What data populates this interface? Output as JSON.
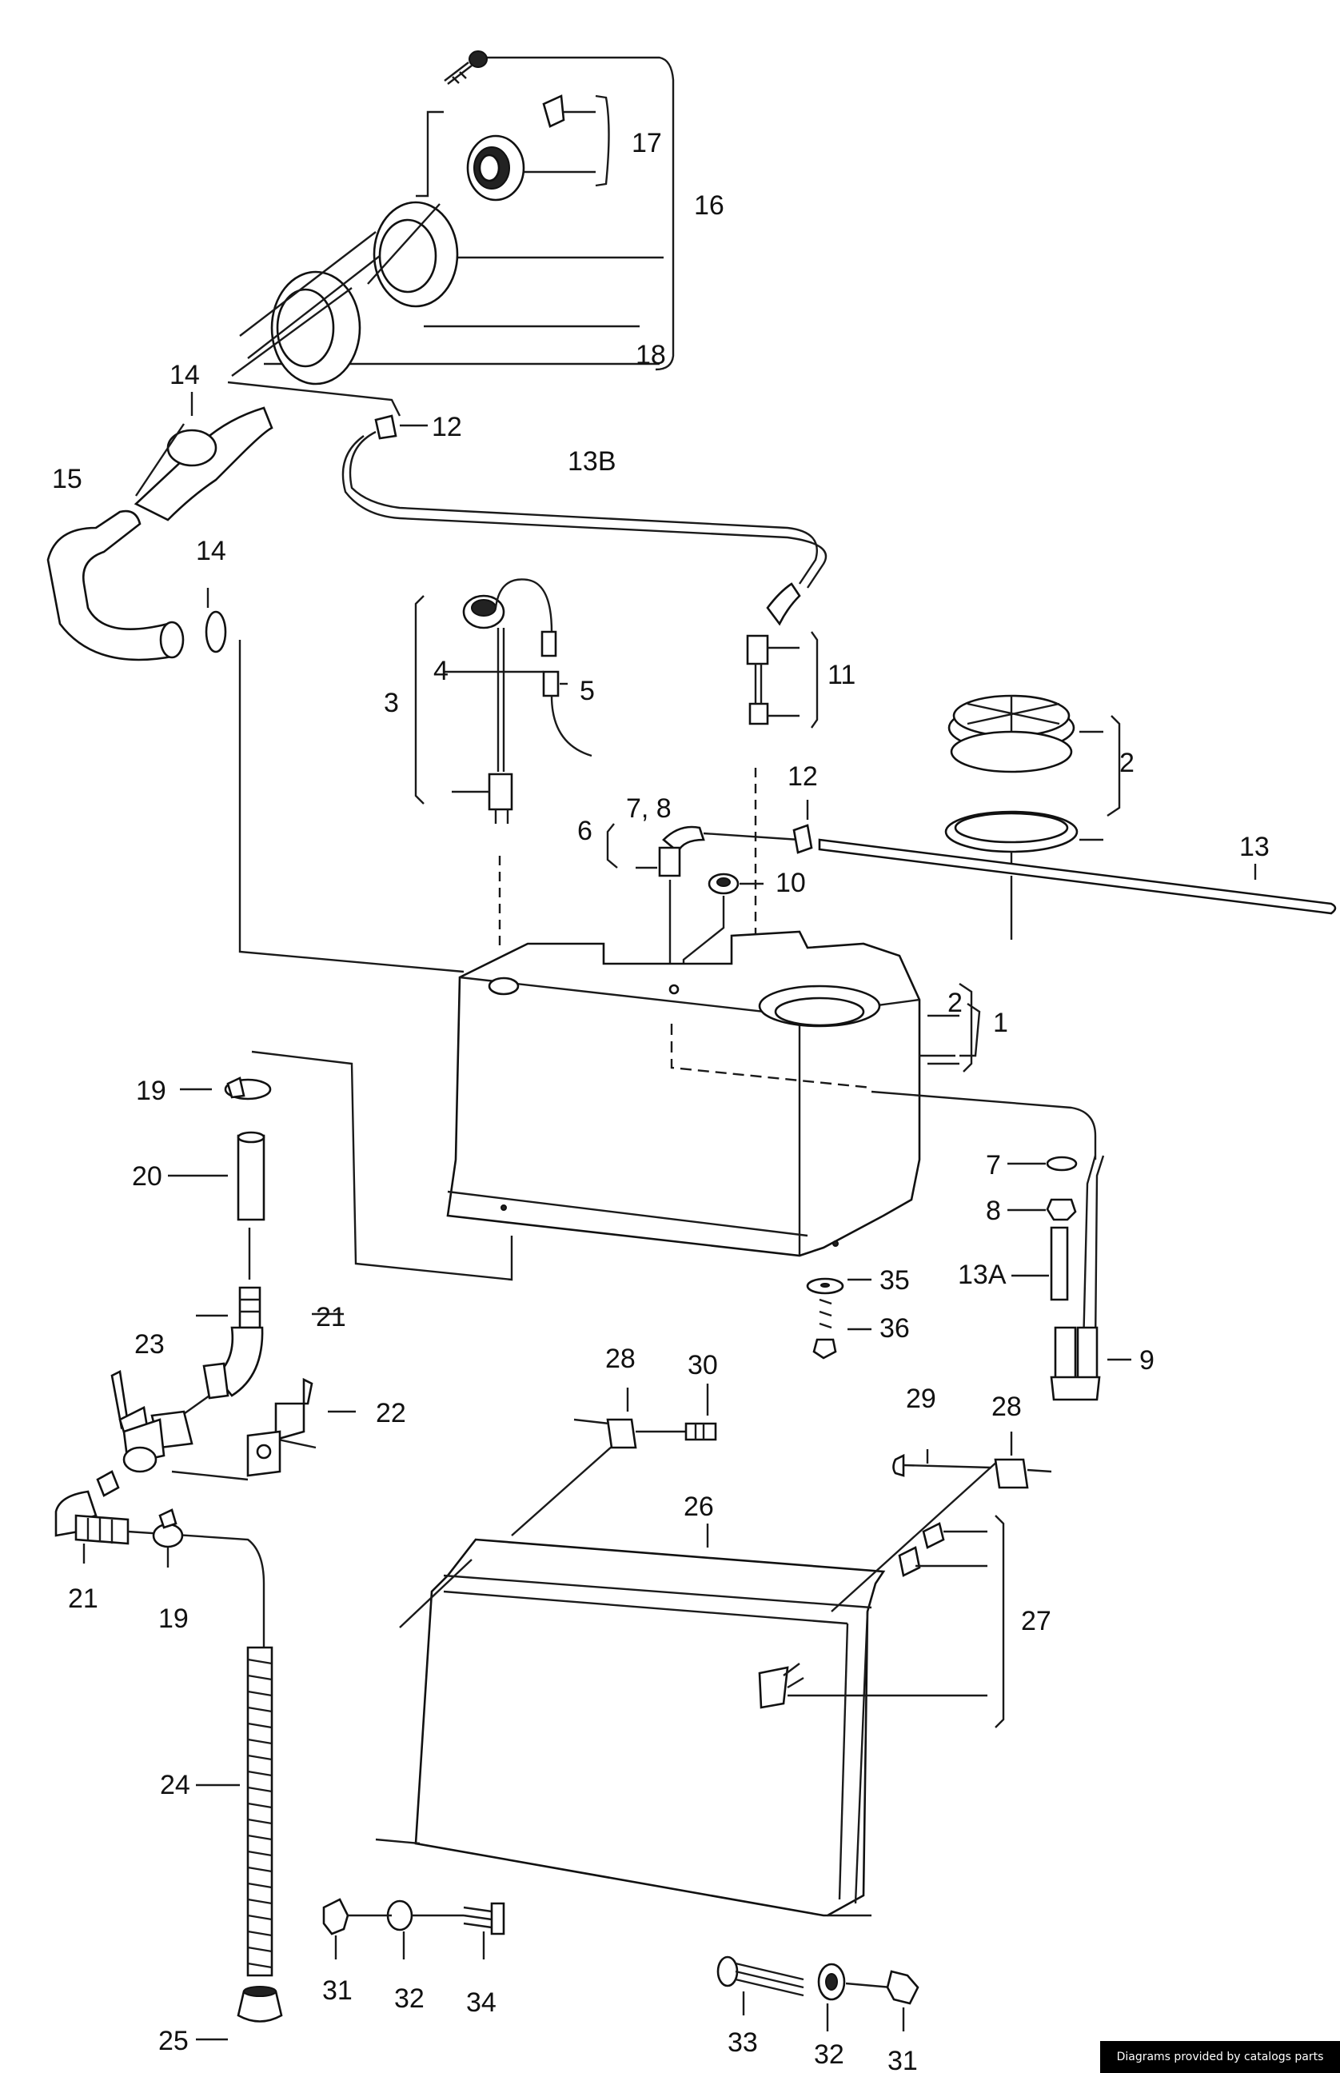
{
  "callouts": [
    "16",
    "17",
    "18",
    "14",
    "12",
    "13B",
    "15",
    "14",
    "3",
    "4",
    "5",
    "11",
    "2",
    "7, 8",
    "12",
    "6",
    "10",
    "13",
    "2",
    "1",
    "19",
    "20",
    "7",
    "8",
    "13A",
    "35",
    "36",
    "9",
    "21",
    "23",
    "22",
    "28",
    "30",
    "29",
    "28",
    "26",
    "27",
    "21",
    "19",
    "24",
    "25",
    "31",
    "32",
    "34",
    "33",
    "32",
    "31"
  ],
  "credit": "Diagrams provided by catalogs parts"
}
